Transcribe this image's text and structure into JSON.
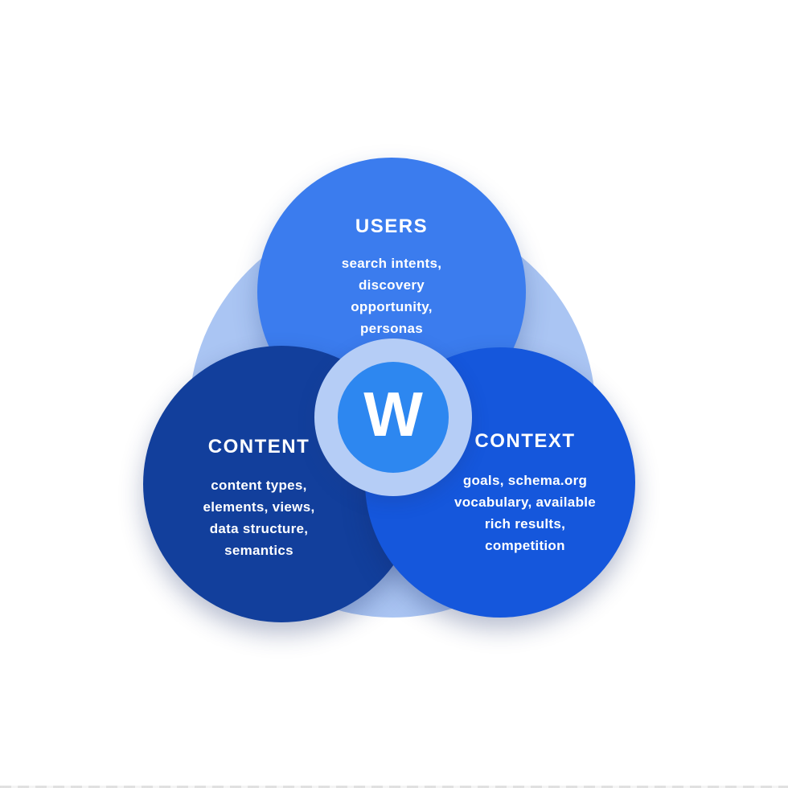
{
  "diagram": {
    "logo": {
      "letter": "W"
    },
    "users": {
      "title": "USERS",
      "lines": [
        "search intents,",
        "discovery",
        "opportunity,",
        "personas"
      ]
    },
    "content": {
      "title": "CONTENT",
      "lines": [
        "content types,",
        "elements, views,",
        "data structure,",
        "semantics"
      ]
    },
    "context": {
      "title": "CONTEXT",
      "lines": [
        "goals, schema.org",
        "vocabulary, available",
        "rich results,",
        "competition"
      ]
    },
    "colors": {
      "background_circle": "#aac5f3",
      "users_circle": "#3b7cee",
      "content_circle": "#123f9c",
      "context_circle": "#1557dc",
      "logo_ring": "#b5cdf6",
      "logo_circle": "#2d87f0",
      "text": "#ffffff"
    }
  }
}
